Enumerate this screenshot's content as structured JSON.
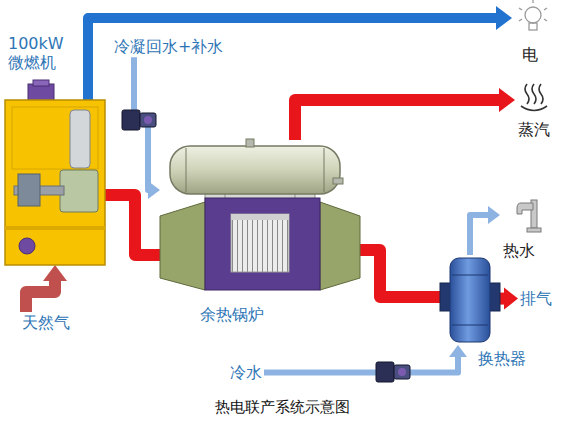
{
  "diagram": {
    "caption": "热电联产系统示意图",
    "nodes": [
      {
        "text": [
          "100kW 微燃机"
        ]
      },
      {
        "text": [
          "余热锅炉"
        ]
      },
      {
        "text": [
          "换热器"
        ]
      },
      {
        "text": [
          "电"
        ]
      },
      {
        "text": [
          "蒸汽"
        ]
      },
      {
        "text": [
          "热水"
        ]
      },
      {
        "text": [
          "排气"
        ]
      },
      {
        "text": [
          "天然气"
        ]
      },
      {
        "text": [
          "冷凝回水+补水"
        ]
      },
      {
        "text": [
          "冷水"
        ]
      }
    ],
    "edges": [
      {
        "from": 7,
        "to": 0,
        "arrow": "to"
      },
      {
        "from": 0,
        "to": 3,
        "arrow": "to"
      },
      {
        "from": 0,
        "to": 1,
        "arrow": "none"
      },
      {
        "from": 8,
        "to": 1,
        "arrow": "to"
      },
      {
        "from": 1,
        "to": 4,
        "arrow": "to"
      },
      {
        "from": 1,
        "to": 2,
        "arrow": "none"
      },
      {
        "from": 9,
        "to": 2,
        "arrow": "to"
      },
      {
        "from": 2,
        "to": 5,
        "arrow": "to"
      },
      {
        "from": 2,
        "to": 6,
        "arrow": "to"
      }
    ]
  }
}
